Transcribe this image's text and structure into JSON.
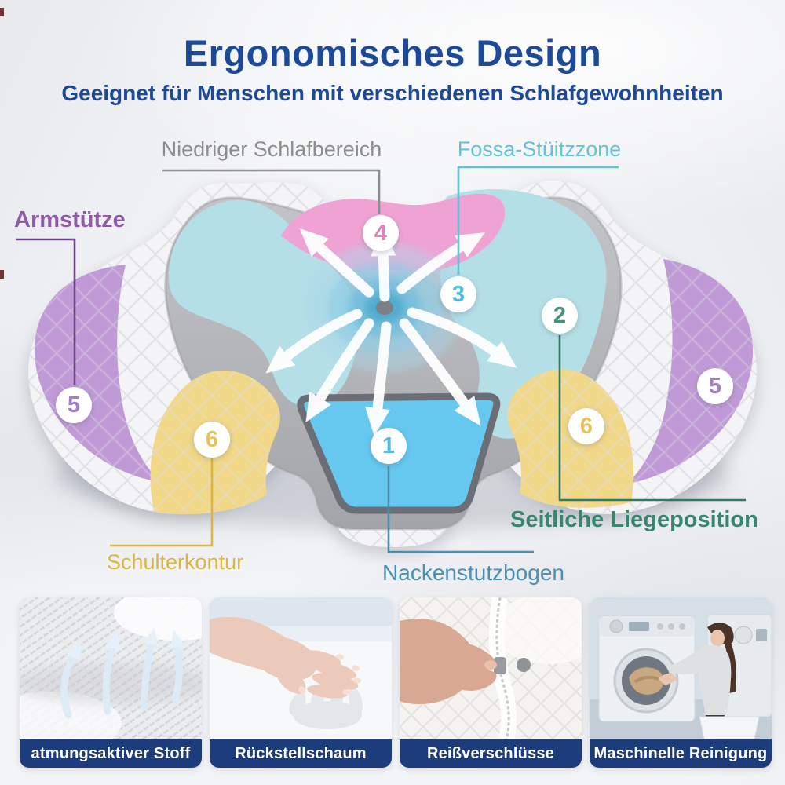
{
  "header": {
    "title": "Ergonomisches Design",
    "subtitle": "Geeignet für Menschen mit verschiedenen Schlafgewohnheiten"
  },
  "diagram": {
    "labels": [
      {
        "text": "Niedriger Schlafbereich",
        "color": "#8c8c8c"
      },
      {
        "text": "Fossa-Stüitzzone",
        "color": "#63c3d6"
      },
      {
        "text": "Armstütze",
        "color": "#8e5ca6"
      },
      {
        "text": "Seitliche Liegeposition",
        "color": "#38866b"
      },
      {
        "text": "Schulterkontur",
        "color": "#d9b640"
      },
      {
        "text": "Nackenstutzbogen",
        "color": "#4a8fb0"
      }
    ],
    "markers": [
      {
        "number": "1",
        "linked_label": "Nackenstutzbogen",
        "color": "#54b9e4"
      },
      {
        "number": "2",
        "linked_label": "Seitliche Liegeposition",
        "color": "#46927a"
      },
      {
        "number": "3",
        "linked_label": "Fossa-Stüitzzone",
        "color": "#4cc0d8"
      },
      {
        "number": "4",
        "linked_label": "Niedriger Schlafbereich",
        "color": "#e080c0"
      },
      {
        "number": "5",
        "linked_label": "Armstütze",
        "color": "#a27fc6"
      },
      {
        "number": "6",
        "linked_label": "Schulterkontur",
        "color": "#e7c25c"
      }
    ],
    "zone_colors": {
      "fossa_cyan": "#b5dfe6",
      "niedriger_pink": "#efa3d4",
      "nacken_blau": "#66c8ef",
      "schulter_gelb": "#f1d788",
      "arm_lila": "#c09ad6",
      "pillow_gray": "#b4b5b9"
    }
  },
  "features": [
    {
      "caption": "atmungsaktiver Stoff"
    },
    {
      "caption": "Rückstellschaum"
    },
    {
      "caption": "Reißverschlüsse"
    },
    {
      "caption": "Maschinelle Reinigung"
    }
  ],
  "colors": {
    "heading_blue": "#1c4a99",
    "caption_bar_blue": "#1d3c7c"
  }
}
